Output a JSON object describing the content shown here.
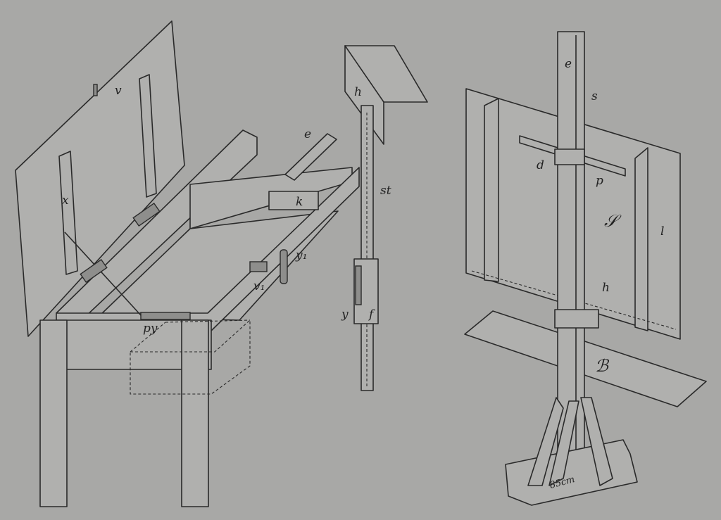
{
  "figure": {
    "left_apparatus_labels": {
      "v": "v",
      "x": "x",
      "e": "e",
      "k": "k",
      "y1": "y₁",
      "v1": "v₁",
      "py": "py"
    },
    "middle_apparatus_labels": {
      "h": "h",
      "st": "st",
      "y": "y",
      "f": "f"
    },
    "right_apparatus_labels": {
      "e": "e",
      "s": "s",
      "d": "d",
      "p": "p",
      "S": "𝒮",
      "l": "l",
      "h": "h",
      "B": "ℬ",
      "dimension": "85cm"
    }
  }
}
